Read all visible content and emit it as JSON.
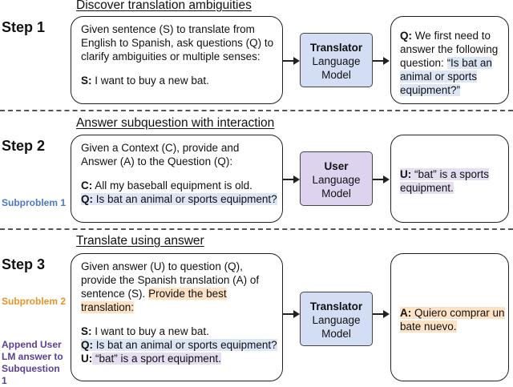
{
  "colors": {
    "translator_model_fill": "#d3def5",
    "user_model_fill": "#ddd3ef",
    "highlight_blue": "#dde6f5",
    "highlight_purple": "#e4def0",
    "highlight_orange": "#fde2c6",
    "subproblem1": "#4a78c8",
    "subproblem2": "#e8942c",
    "append_note": "#5a3f94"
  },
  "step1": {
    "label": "Step 1",
    "heading": "Discover translation ambiguities",
    "prompt_text": "Given sentence (S) to translate from English to Spanish, ask questions (Q) to clarify ambiguities or multiple senses:",
    "sentence_key": "S:",
    "sentence_value": " I want to buy a new bat.",
    "model_title": "Translator",
    "model_line1": "Language",
    "model_line2": "Model",
    "output_key": "Q:",
    "output_value": " We first need to answer the following question:",
    "output_question": "“Is bat an animal or sports equipment?”"
  },
  "step2": {
    "label": "Step 2",
    "heading": "Answer subquestion with interaction",
    "side_label": "Subproblem 1",
    "prompt_text": "Given a Context (C), provide and Answer (A) to the Question (Q):",
    "context_key": "C:",
    "context_value": " All my baseball equipment is old.",
    "question_key": "Q:",
    "question_value": " Is bat an animal or sports equipment?",
    "model_title": "User",
    "model_line1": "Language",
    "model_line2": "Model",
    "output_key": "U:",
    "output_value": " “bat” is a sports equipment."
  },
  "step3": {
    "label": "Step 3",
    "heading": "Translate using answer",
    "side_label_1": "Subproblem 2",
    "side_label_2": "Append User LM answer to Subquestion 1",
    "prompt_text": "Given answer (U) to question (Q), provide the Spanish translation (A) of sentence (S).",
    "prompt_highlight": "Provide the best translation:",
    "sentence_key": "S:",
    "sentence_value": " I want to buy a new bat.",
    "question_key": "Q:",
    "question_value": " Is bat an animal or sports equipment?",
    "answer_key": "U:",
    "answer_value": " “bat” is a sport equipment.",
    "model_title": "Translator",
    "model_line1": "Language",
    "model_line2": "Model",
    "output_key": "A:",
    "output_value": " Quiero comprar un bate nuevo."
  }
}
